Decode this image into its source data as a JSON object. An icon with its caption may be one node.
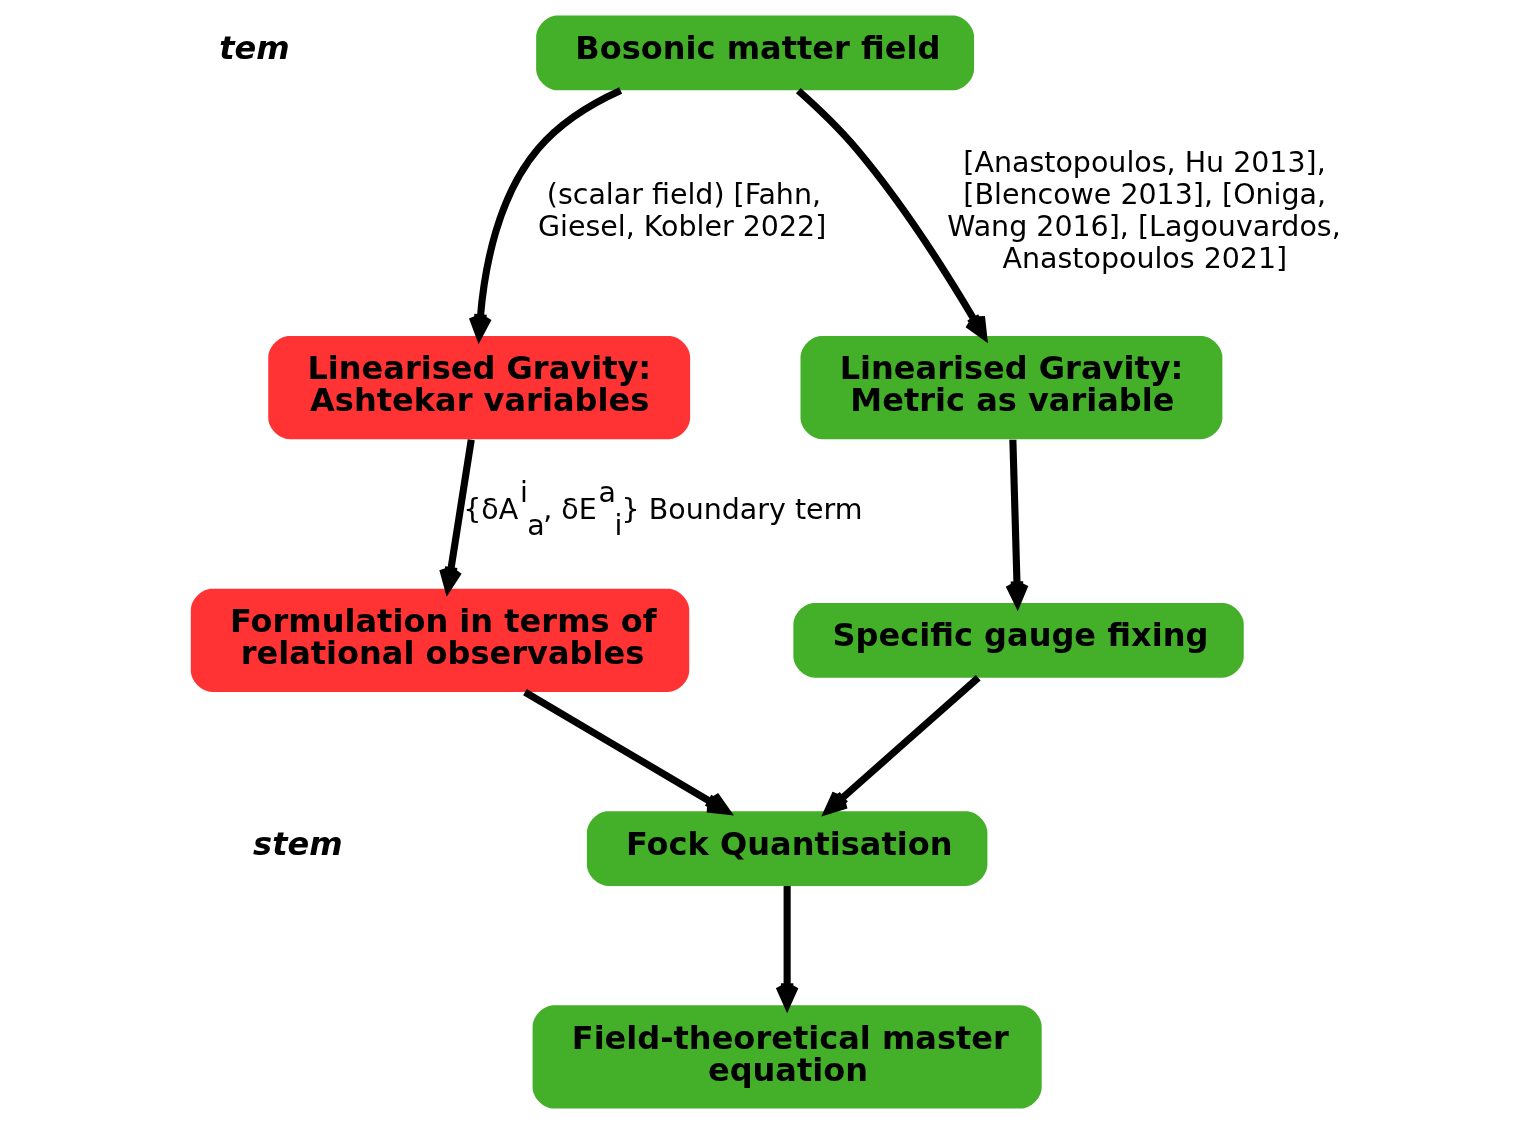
{
  "diagram": {
    "nodes": [
      {
        "text": [
          "Bosonic matter field"
        ]
      },
      {
        "text": [
          "Linearised Gravity: Ashtekar variables"
        ]
      },
      {
        "text": [
          "Linearised Gravity: Metric as variable"
        ]
      },
      {
        "text": [
          "Formulation in terms of relational observables"
        ]
      },
      {
        "text": [
          "Specific gauge fixing"
        ]
      },
      {
        "text": [
          "Fock Quantisation"
        ]
      },
      {
        "text": [
          "Field-theoretical master equation"
        ]
      }
    ],
    "edges": [
      {
        "from": 0,
        "to": 1,
        "arrow": "to",
        "label": "(scalar field) [Fahn, Giesel, Kobler 2022]"
      },
      {
        "from": 0,
        "to": 2,
        "arrow": "to",
        "label": "[Anastopoulos, Hu 2013], [Blencowe 2013], [Oniga, Wang 2016], [Lagouvardos, Anastopoulos 2021]"
      },
      {
        "from": 1,
        "to": 3,
        "arrow": "to",
        "label": "{δA$^{i}$$_{a}$, δE$^{a}$$_{i}$} Boundary term"
      },
      {
        "from": 2,
        "to": 4,
        "arrow": "to"
      },
      {
        "from": 3,
        "to": 5,
        "arrow": "to"
      },
      {
        "from": 4,
        "to": 5,
        "arrow": "to"
      },
      {
        "from": 5,
        "to": 6,
        "arrow": "to"
      }
    ],
    "labels": [
      "tem",
      "stem"
    ]
  }
}
